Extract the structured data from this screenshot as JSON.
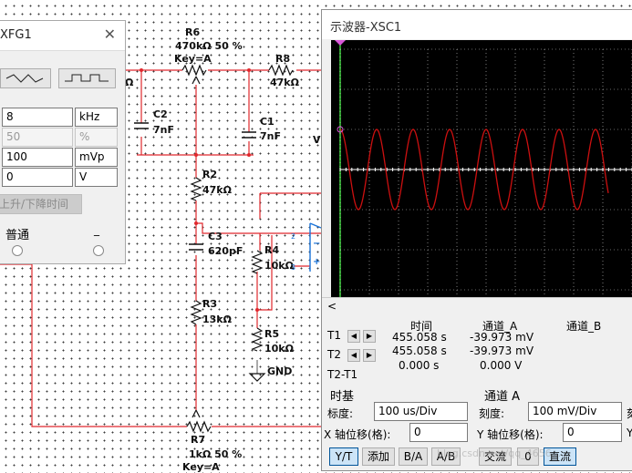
{
  "fg": {
    "title": "XFG1",
    "frequency": {
      "value": "8",
      "unit": "kHz"
    },
    "duty": {
      "value": "50",
      "unit": "%"
    },
    "amplitude": {
      "value": "100",
      "unit": "mVp"
    },
    "offset": {
      "value": "0",
      "unit": "V"
    },
    "rise_fall_button": "上升/下降时间",
    "common_label": "普通",
    "minus_label": "_"
  },
  "schematic": {
    "r6": {
      "name": "R6",
      "value": "470kΩ  50 %",
      "key": "Key=A"
    },
    "r8": {
      "name": "R8",
      "value": "47kΩ"
    },
    "c2": {
      "name": "C2",
      "value": "7nF"
    },
    "c1": {
      "name": "C1",
      "value": "7nF"
    },
    "r2": {
      "name": "R2",
      "value": "47kΩ"
    },
    "c3": {
      "name": "C3",
      "value": "620pF"
    },
    "r4": {
      "name": "R4",
      "value": "10kΩ"
    },
    "r3": {
      "name": "R3",
      "value": "13kΩ"
    },
    "r5": {
      "name": "R5",
      "value": "10kΩ"
    },
    "gnd": "GND",
    "r7": {
      "name": "R7",
      "value": "1kΩ   50 %",
      "key": "Key=A"
    },
    "partial_v": "V",
    "partial_q": "Ω",
    "pin2": "2",
    "pin3": "3",
    "minus": "−",
    "plus": "+"
  },
  "osc": {
    "title": "示波器-XSC1",
    "scroll_left": "<",
    "readout": {
      "headers": [
        "时间",
        "通道_A",
        "通道_B"
      ],
      "rows": [
        {
          "label": "T1",
          "time": "455.058 s",
          "cha": "-39.973 mV",
          "chb": ""
        },
        {
          "label": "T2",
          "time": "455.058 s",
          "cha": "-39.973 mV",
          "chb": ""
        },
        {
          "label": "T2-T1",
          "time": "0.000 s",
          "cha": "0.000 V",
          "chb": ""
        }
      ]
    },
    "timebase": {
      "section": "时基",
      "scale_label": "标度:",
      "scale_value": "100 us/Div",
      "xpos_label": "X 轴位移(格):",
      "xpos_value": "0",
      "buttons": [
        "Y/T",
        "添加",
        "B/A",
        "A/B"
      ]
    },
    "channel_a": {
      "section": "通道 A",
      "scale_label": "刻度:",
      "scale_value": "100 mV/Div",
      "ypos_label": "Y 轴位移(格):",
      "ypos_value": "0",
      "buttons": [
        "交流",
        "0",
        "直流"
      ]
    },
    "partial_right_labels": [
      "刻",
      "Y"
    ],
    "watermark": "blog.csdn.net/qq_4656..."
  },
  "colors": {
    "wire": "#e0282d",
    "wire_alt": "#d63b3b",
    "trace": "#cc1010",
    "grid": "#ffffff",
    "opamp": "#1a73d9",
    "cursor_marker": "#d957d9"
  }
}
